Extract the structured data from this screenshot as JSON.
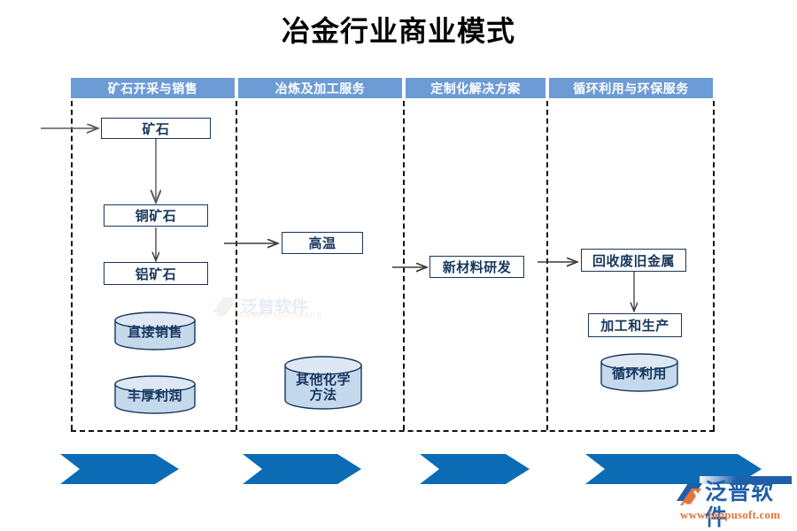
{
  "page": {
    "title": "冶金行业商业模式",
    "background": "#ffffff"
  },
  "colors": {
    "header_blue": "#6c9bd6",
    "chevron_blue": "#0b6cb5",
    "box_border": "#17365d",
    "box_text": "#17365d",
    "cylinder_fill": "#c5d9ed",
    "lane_divider": "#111111",
    "logo_blue": "#1f5fa8",
    "logo_orange": "#e4743a"
  },
  "lanes": [
    {
      "id": "lane-1",
      "header": "矿石开采与销售"
    },
    {
      "id": "lane-2",
      "header": "冶炼及加工服务"
    },
    {
      "id": "lane-3",
      "header": "定制化解决方案"
    },
    {
      "id": "lane-4",
      "header": "循环利用与环保服务"
    }
  ],
  "nodes": {
    "ore": "矿石",
    "copper_ore": "铜矿石",
    "aluminum_ore": "铝矿石",
    "direct_sales": "直接销售",
    "rich_profit": "丰厚利润",
    "high_temperature": "高温",
    "other_chemical": "其他化学方法",
    "new_material_rd": "新材料研发",
    "recycle_scrap_metal": "回收废旧金属",
    "processing_production": "加工和生产",
    "recycling_reuse": "循环利用"
  },
  "chevrons": [
    {
      "id": "chevron-1",
      "label": ""
    },
    {
      "id": "chevron-2",
      "label": ""
    },
    {
      "id": "chevron-3",
      "label": ""
    },
    {
      "id": "chevron-4",
      "label": ""
    }
  ],
  "watermark": {
    "text": "泛普软件",
    "subtext": "FANPU SOFTWARE"
  },
  "logo": {
    "name": "泛普软件",
    "url": "www.fanpusoft.com"
  }
}
